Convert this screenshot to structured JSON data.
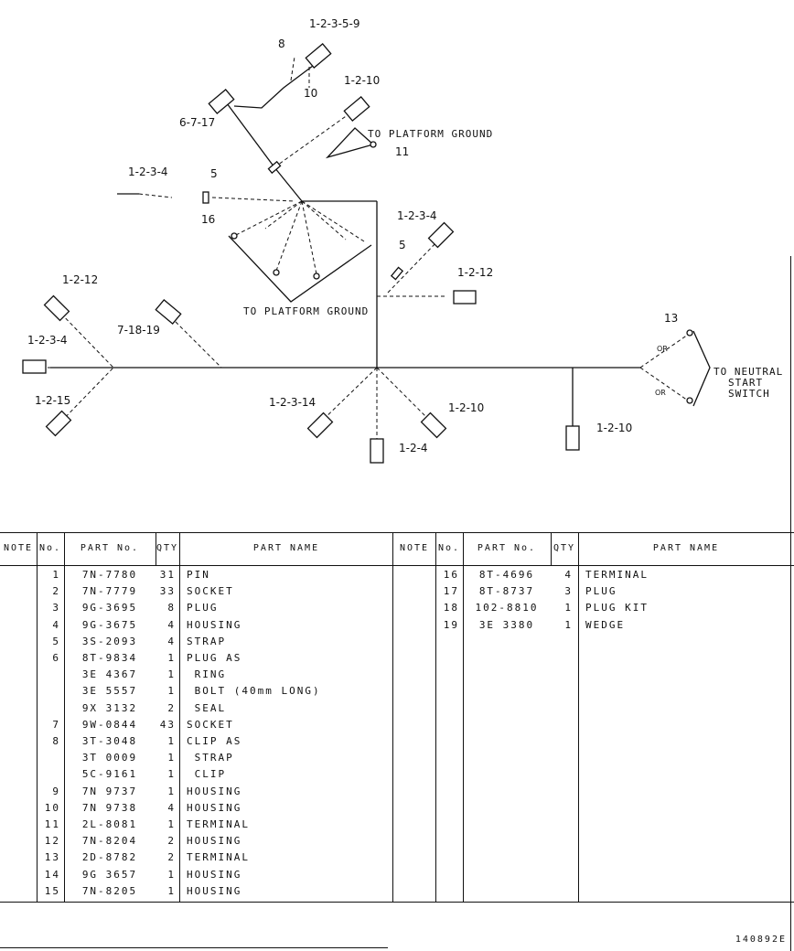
{
  "diagram": {
    "labels": {
      "top_conn": "1-2-3-5-9",
      "n8": "8",
      "n10": "10",
      "top_right_conn": "1-2-10",
      "left_top_conn": "6-7-17",
      "platform_ground_1": "TO PLATFORM GROUND",
      "n11": "11",
      "left_stub": "1-2-3-4",
      "n5a": "5",
      "n16": "16",
      "right_mid_conn": "1-2-3-4",
      "n5b": "5",
      "right_stub": "1-2-12",
      "left_conn_a": "1-2-12",
      "left_conn_b": "7-18-19",
      "platform_ground_2": "TO PLATFORM GROUND",
      "left_conn_c": "1-2-3-4",
      "left_conn_d": "1-2-15",
      "bottom_conn_a": "1-2-3-14",
      "bottom_conn_b": "1-2-10",
      "bottom_conn_c": "1-2-4",
      "far_right_conn": "1-2-10",
      "n13": "13",
      "wire_or1": "OR",
      "wire_or2": "OR",
      "neutral_1": "TO NEUTRAL",
      "neutral_2": "START",
      "neutral_3": "SWITCH"
    }
  },
  "parts_table": {
    "headers": {
      "note": "NOTE",
      "no": "No.",
      "part_no": "PART No.",
      "qty": "QTY",
      "part_name": "PART NAME"
    },
    "left_rows": [
      {
        "no": "1",
        "part": "7N-7780",
        "qty": "31",
        "name": "PIN"
      },
      {
        "no": "2",
        "part": "7N-7779",
        "qty": "33",
        "name": "SOCKET"
      },
      {
        "no": "3",
        "part": "9G-3695",
        "qty": "8",
        "name": "PLUG"
      },
      {
        "no": "4",
        "part": "9G-3675",
        "qty": "4",
        "name": "HOUSING"
      },
      {
        "no": "5",
        "part": "3S-2093",
        "qty": "4",
        "name": "STRAP"
      },
      {
        "no": "6",
        "part": "8T-9834",
        "qty": "1",
        "name": "PLUG AS"
      },
      {
        "no": "",
        "part": "3E 4367",
        "qty": "1",
        "name": " RING"
      },
      {
        "no": "",
        "part": "3E 5557",
        "qty": "1",
        "name": " BOLT (40mm LONG)"
      },
      {
        "no": "",
        "part": "9X 3132",
        "qty": "2",
        "name": " SEAL"
      },
      {
        "no": "7",
        "part": "9W-0844",
        "qty": "43",
        "name": "SOCKET"
      },
      {
        "no": "8",
        "part": "3T-3048",
        "qty": "1",
        "name": "CLIP AS"
      },
      {
        "no": "",
        "part": "3T 0009",
        "qty": "1",
        "name": " STRAP"
      },
      {
        "no": "",
        "part": "5C-9161",
        "qty": "1",
        "name": " CLIP"
      },
      {
        "no": "9",
        "part": "7N 9737",
        "qty": "1",
        "name": "HOUSING"
      },
      {
        "no": "10",
        "part": "7N 9738",
        "qty": "4",
        "name": "HOUSING"
      },
      {
        "no": "11",
        "part": "2L-8081",
        "qty": "1",
        "name": "TERMINAL"
      },
      {
        "no": "12",
        "part": "7N-8204",
        "qty": "2",
        "name": "HOUSING"
      },
      {
        "no": "13",
        "part": "2D-8782",
        "qty": "2",
        "name": "TERMINAL"
      },
      {
        "no": "14",
        "part": "9G 3657",
        "qty": "1",
        "name": "HOUSING"
      },
      {
        "no": "15",
        "part": "7N-8205",
        "qty": "1",
        "name": "HOUSING"
      }
    ],
    "right_rows": [
      {
        "no": "16",
        "part": "8T-4696",
        "qty": "4",
        "name": "TERMINAL"
      },
      {
        "no": "17",
        "part": "8T-8737",
        "qty": "3",
        "name": "PLUG"
      },
      {
        "no": "18",
        "part": "102-8810",
        "qty": "1",
        "name": "PLUG KIT"
      },
      {
        "no": "19",
        "part": "3E 3380",
        "qty": "1",
        "name": "WEDGE"
      }
    ]
  },
  "drawing_number": "140892E"
}
